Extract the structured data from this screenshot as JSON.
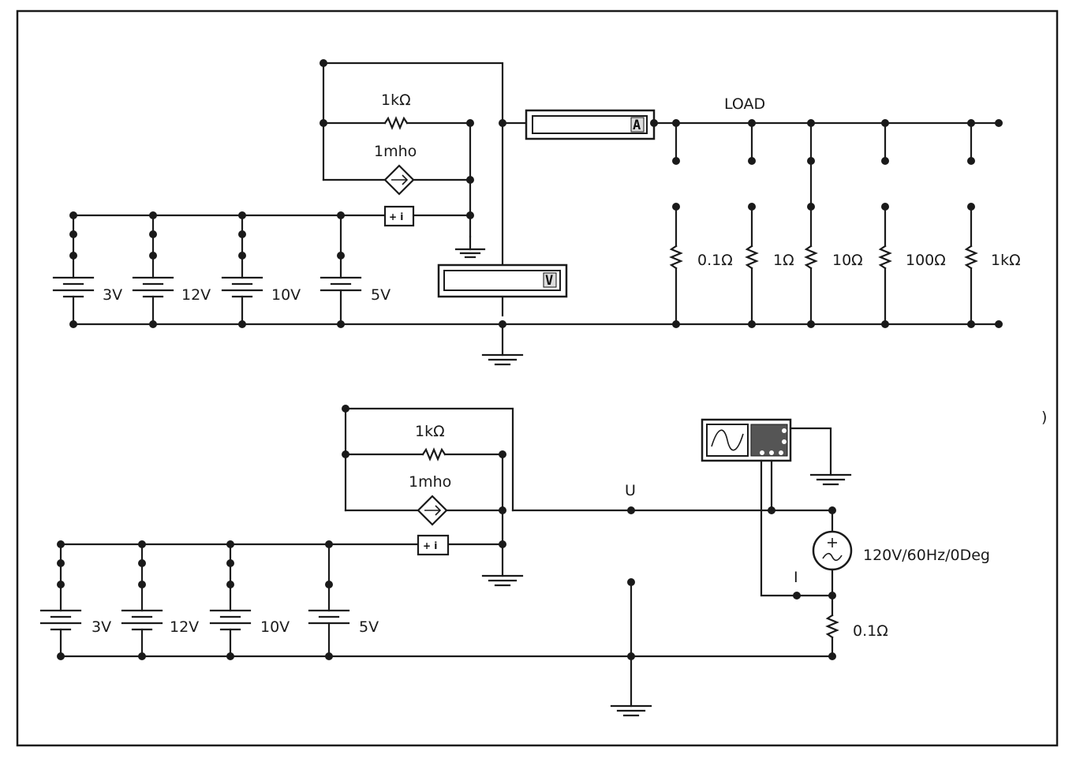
{
  "circuit1": {
    "r_feedback": "1kΩ",
    "g_label": "1mho",
    "load_label": "LOAD",
    "ammeter": "A",
    "voltmeter": "V",
    "sources": [
      "3V",
      "12V",
      "10V",
      "5V"
    ],
    "loads": [
      "0.1Ω",
      "1Ω",
      "10Ω",
      "100Ω",
      "1kΩ"
    ],
    "sum_symbol": "+ i"
  },
  "circuit2": {
    "r_feedback": "1kΩ",
    "g_label": "1mho",
    "sources": [
      "3V",
      "12V",
      "10V",
      "5V"
    ],
    "node_u": "U",
    "node_i": "I",
    "ac_source": "120V/60Hz/0Deg",
    "shunt": "0.1Ω",
    "sum_symbol": "+ i"
  },
  "stray_mark": ")"
}
